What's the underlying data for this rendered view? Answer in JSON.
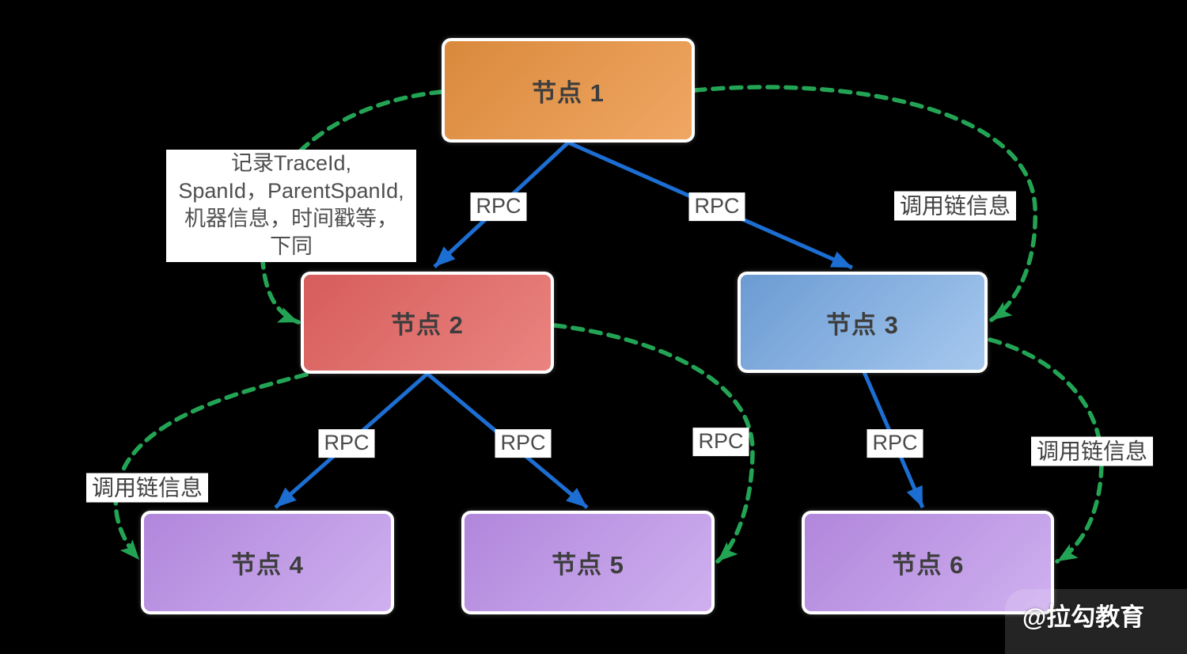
{
  "background_color": "#000000",
  "nodes": [
    {
      "label": "节点 1",
      "color_start": "#d9893c",
      "color_end": "#f0a763"
    },
    {
      "label": "节点 2",
      "color_start": "#d65d5b",
      "color_end": "#ea8480"
    },
    {
      "label": "节点 3",
      "color_start": "#6b9bd3",
      "color_end": "#a6c8ee"
    },
    {
      "label": "节点 4",
      "color_start": "#b186dc",
      "color_end": "#cfb0ef"
    },
    {
      "label": "节点 5",
      "color_start": "#b186dc",
      "color_end": "#cfb0ef"
    },
    {
      "label": "节点 6",
      "color_start": "#b186dc",
      "color_end": "#cfb0ef"
    }
  ],
  "annotation": {
    "lines": [
      "记录TraceId,",
      "SpanId，ParentSpanId,",
      "机器信息，时间戳等，",
      "下同"
    ]
  },
  "edge_labels": [
    {
      "text": "RPC",
      "edge": "node1-node2"
    },
    {
      "text": "RPC",
      "edge": "node1-node3"
    },
    {
      "text": "调用链信息",
      "edge": "node1-node3-chain"
    },
    {
      "text": "RPC",
      "edge": "node2-node4"
    },
    {
      "text": "RPC",
      "edge": "node2-node5"
    },
    {
      "text": "RPC",
      "edge": "node2-node5-chain"
    },
    {
      "text": "RPC",
      "edge": "node3-node6"
    },
    {
      "text": "调用链信息",
      "edge": "node2-node4-chain"
    },
    {
      "text": "调用链信息",
      "edge": "node3-node6-chain"
    }
  ],
  "colors": {
    "rpc_arrow": "#1c6ed2",
    "chain_arrow": "#23a455",
    "node_border": "#ffffff",
    "node_text": "#3d3d3d",
    "label_text": "#4a4a4a"
  },
  "watermark": {
    "text": "@拉勾教育"
  }
}
